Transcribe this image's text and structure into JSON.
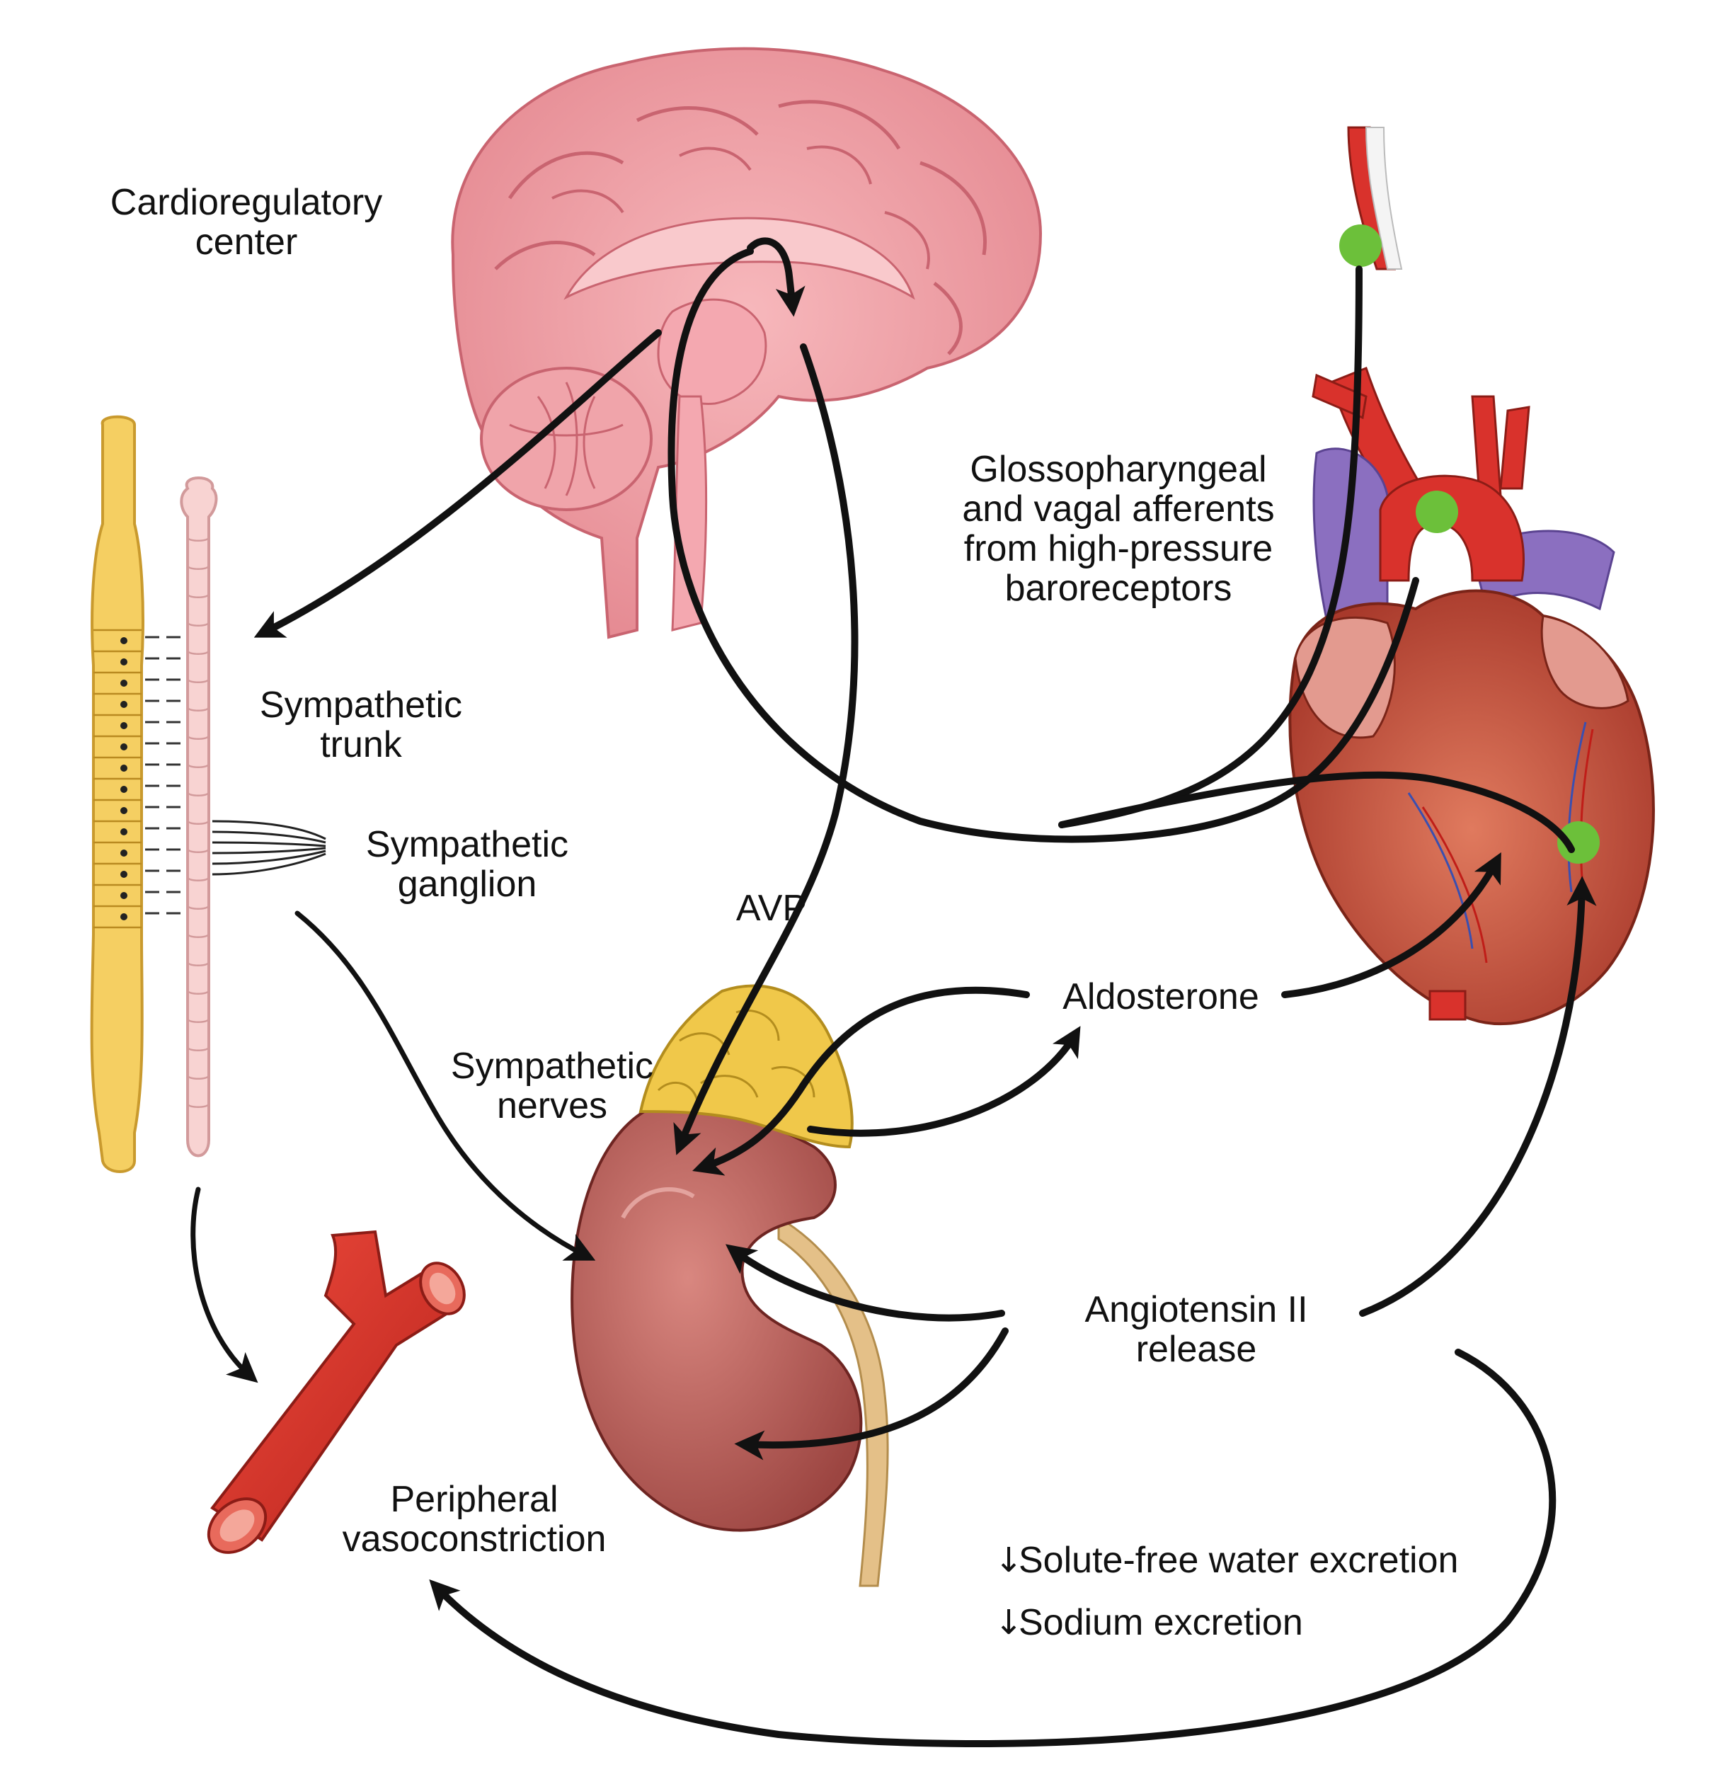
{
  "labels": {
    "cardioregulatory_center": "Cardioregulatory\ncenter",
    "sympathetic_trunk": "Sympathetic\ntrunk",
    "sympathetic_ganglion": "Sympathetic\nganglion",
    "sympathetic_nerves": "Sympathetic\nnerves",
    "avp": "AVP",
    "glossopharyngeal": "Glossopharyngeal\nand vagal afferents\nfrom high-pressure\nbaroreceptors",
    "aldosterone": "Aldosterone",
    "angiotensin": "Angiotensin II\nrelease",
    "peripheral_vasoconstriction": "Peripheral\nvasoconstriction",
    "solute_free_water": "Solute-free water excretion",
    "sodium_excretion": "Sodium excretion"
  },
  "colors": {
    "brain": "#f2a0a6",
    "brain_dark": "#d9757f",
    "spinal_yellow": "#f5cf62",
    "spinal_pink": "#f8d3d2",
    "artery_red": "#d9322c",
    "vein_purple": "#8b6fc0",
    "heart": "#c8513d",
    "kidney": "#b65a55",
    "adrenal": "#f0c84a",
    "ureter": "#e4c088",
    "baroreceptor_green": "#6cc03a",
    "arrow": "#111111"
  }
}
